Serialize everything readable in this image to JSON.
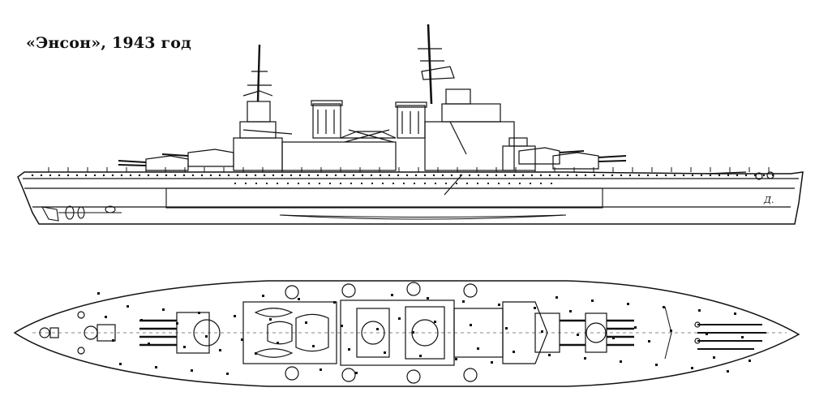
{
  "caption": "«Энсон», 1943 год",
  "signature": "Д.",
  "colors": {
    "ink": "#111111",
    "paper": "#ffffff"
  },
  "views": [
    {
      "name": "side-profile"
    },
    {
      "name": "plan-view"
    }
  ]
}
